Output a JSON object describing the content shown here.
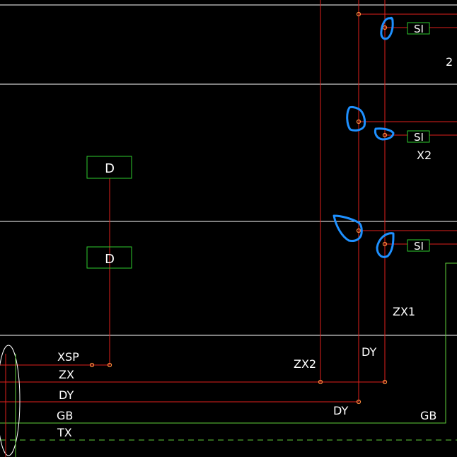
{
  "colors": {
    "background": "#000000",
    "floor_line": "#ffffff",
    "wire_red": "#e0201c",
    "wire_green": "#5fd03a",
    "box_green": "#2ecc2e",
    "markup_blue": "#1e90ff",
    "node_orange": "#ff8a3c",
    "text": "#ffffff"
  },
  "boxes": {
    "d_upper": "D",
    "d_lower": "D",
    "si_1": "SI",
    "si_2": "SI",
    "si_3": "SI"
  },
  "labels": {
    "floor_number": "2",
    "x2": "X2",
    "zx1": "ZX1",
    "dy_riser": "DY",
    "zx2": "ZX2",
    "dy_bottom": "DY",
    "gb_right": "GB"
  },
  "bus": {
    "xsp": "XSP",
    "zx": "ZX",
    "dy": "DY",
    "gb": "GB",
    "tx": "TX"
  }
}
